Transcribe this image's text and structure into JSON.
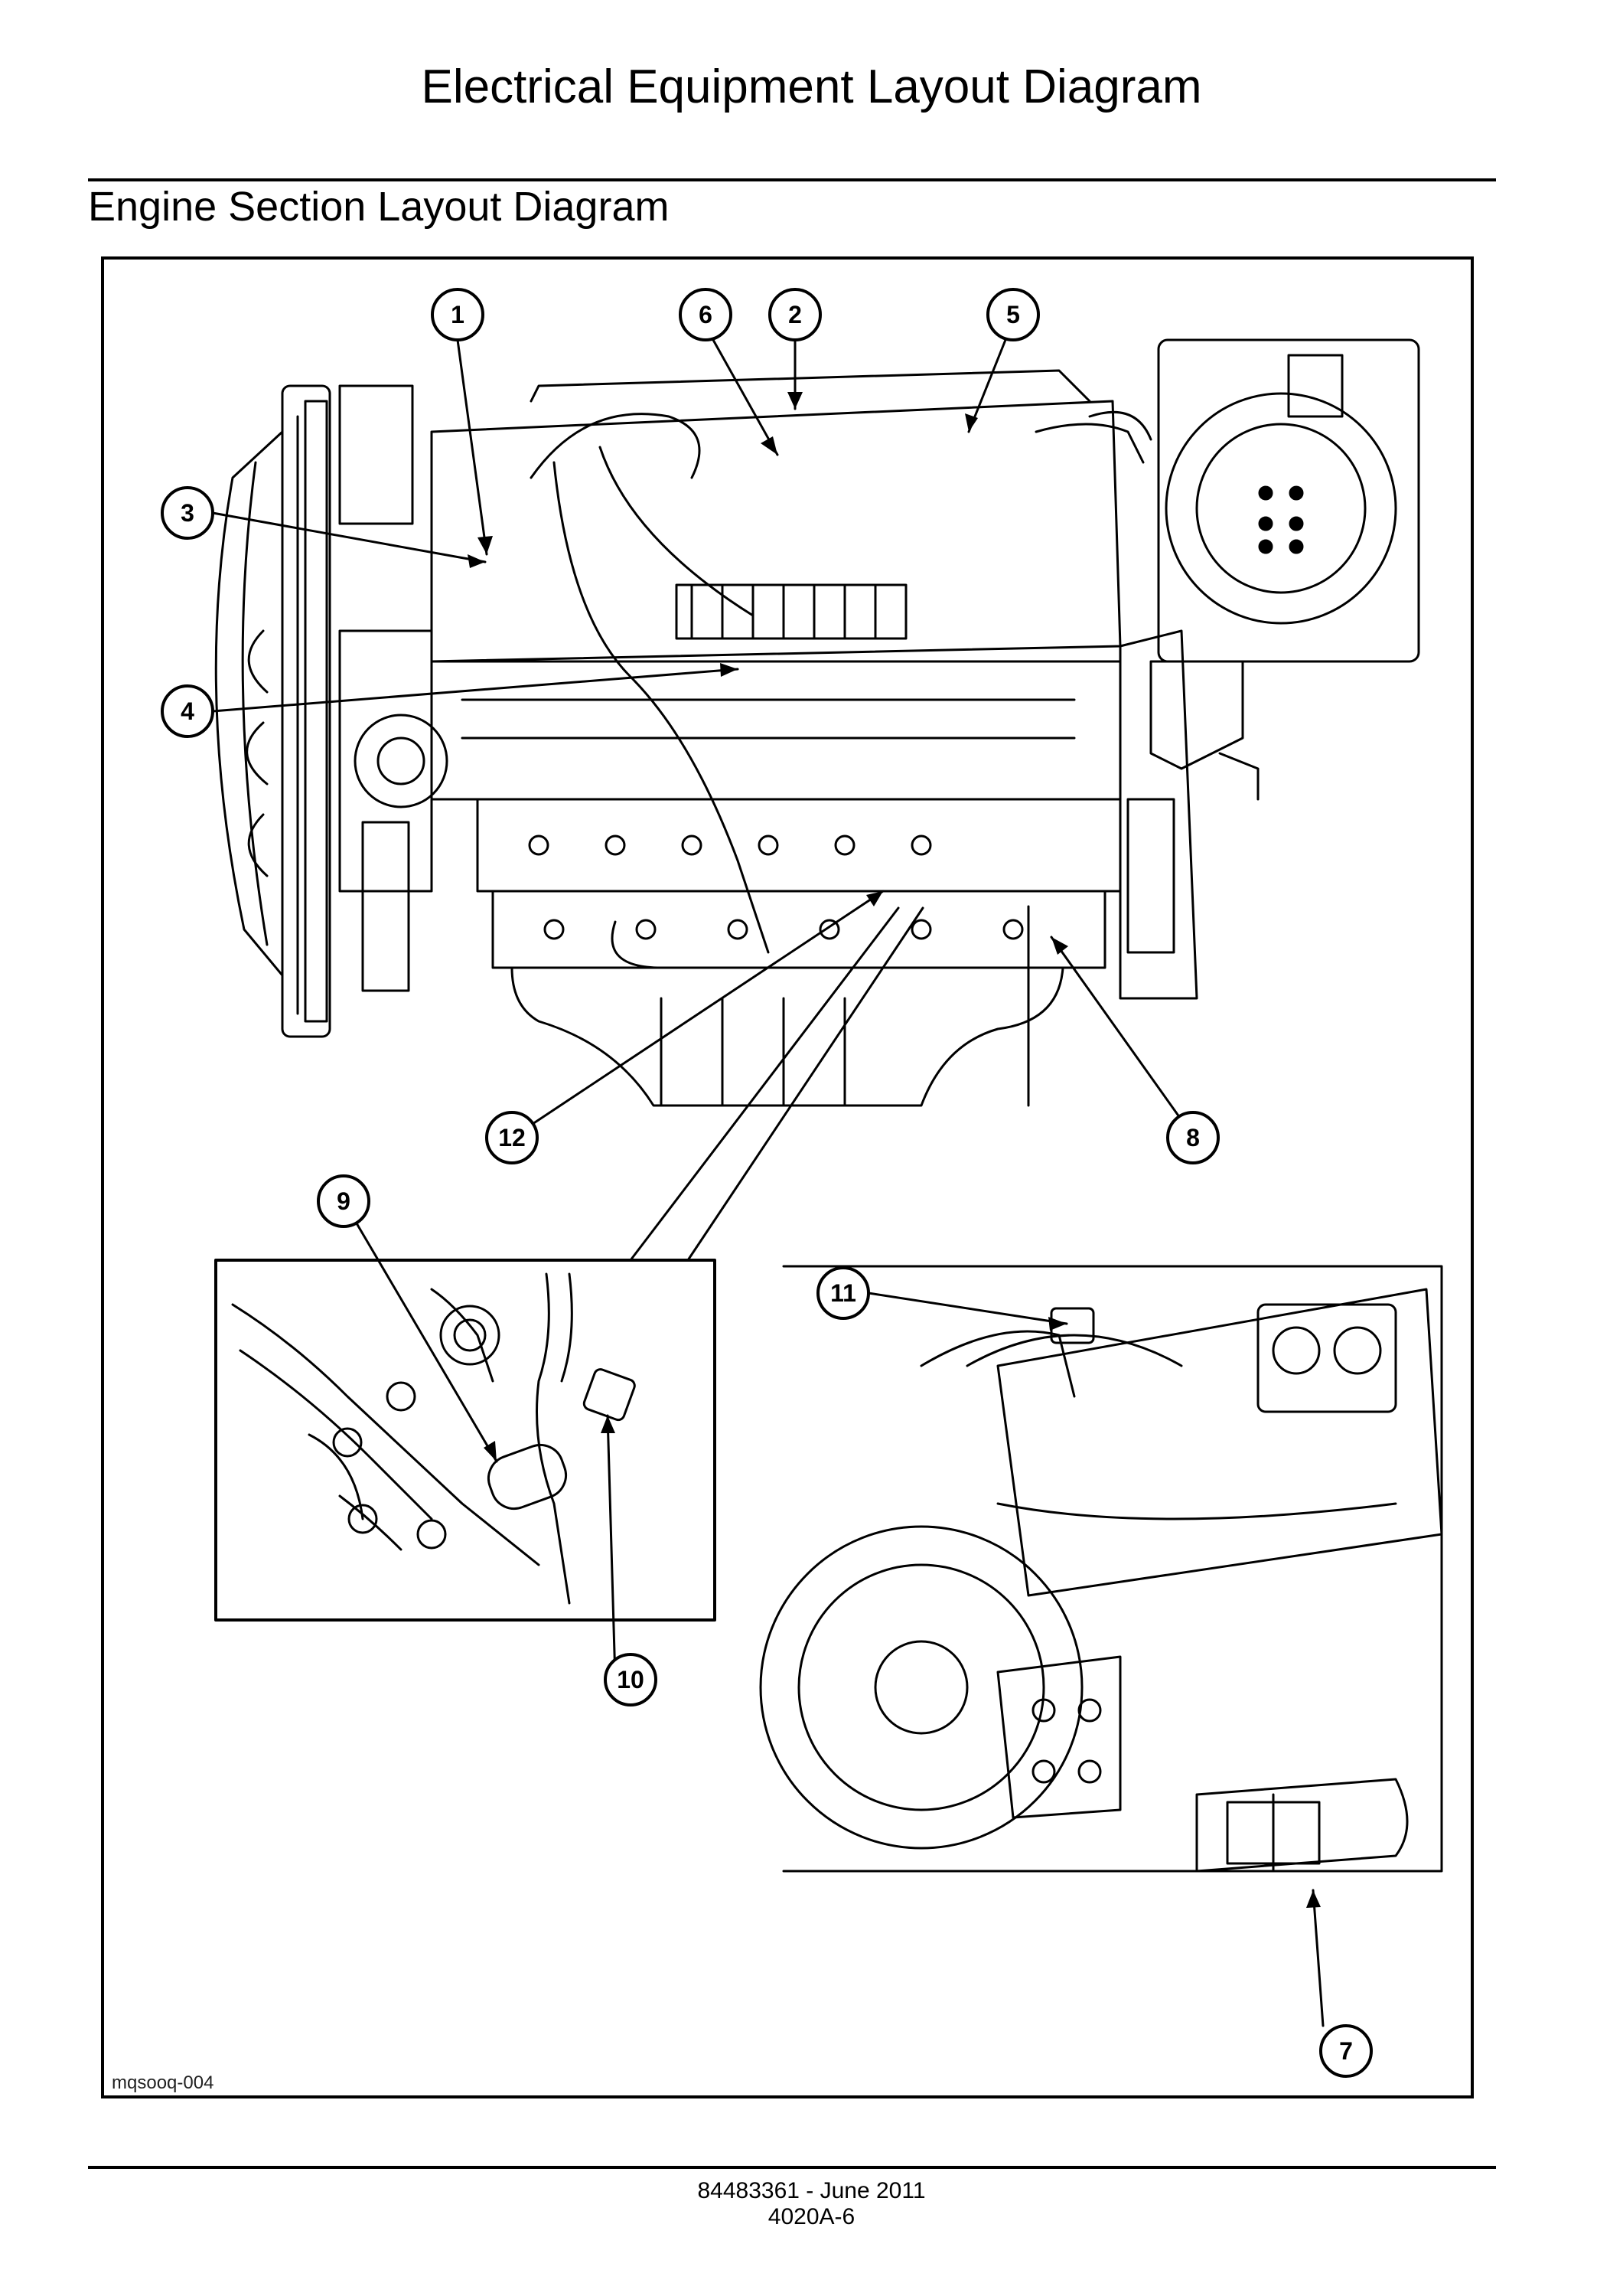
{
  "header": {
    "title": "Electrical Equipment Layout Diagram",
    "section_title": "Engine Section Layout Diagram"
  },
  "figure": {
    "figure_id": "mqsooq-004",
    "callouts": [
      "1",
      "2",
      "3",
      "4",
      "5",
      "6",
      "7",
      "8",
      "9",
      "10",
      "11",
      "12"
    ]
  },
  "footer": {
    "doc_line": "84483361 - June 2011",
    "page_ref": "4020A-6"
  }
}
